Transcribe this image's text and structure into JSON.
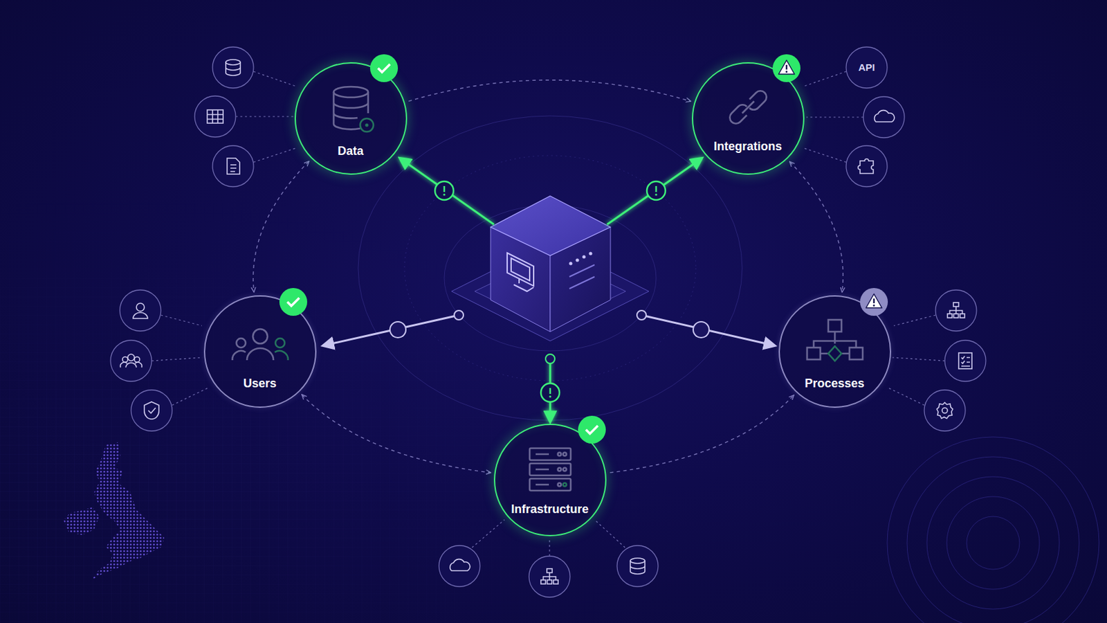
{
  "diagram": {
    "nodes": [
      {
        "text": [
          "Data"
        ]
      },
      {
        "text": [
          "Integrations"
        ]
      },
      {
        "text": [
          "Users"
        ]
      },
      {
        "text": [
          "Processes"
        ]
      },
      {
        "text": [
          "Infrastructure"
        ]
      }
    ],
    "edges": [
      {
        "from": 0,
        "to": 1,
        "arrow": "to"
      },
      {
        "from": 1,
        "to": 3,
        "arrow": "both"
      },
      {
        "from": 0,
        "to": 2,
        "arrow": "both"
      },
      {
        "from": 2,
        "to": 4,
        "arrow": "both"
      },
      {
        "from": 4,
        "to": 3,
        "arrow": "to"
      }
    ],
    "labels": [
      "API"
    ]
  }
}
